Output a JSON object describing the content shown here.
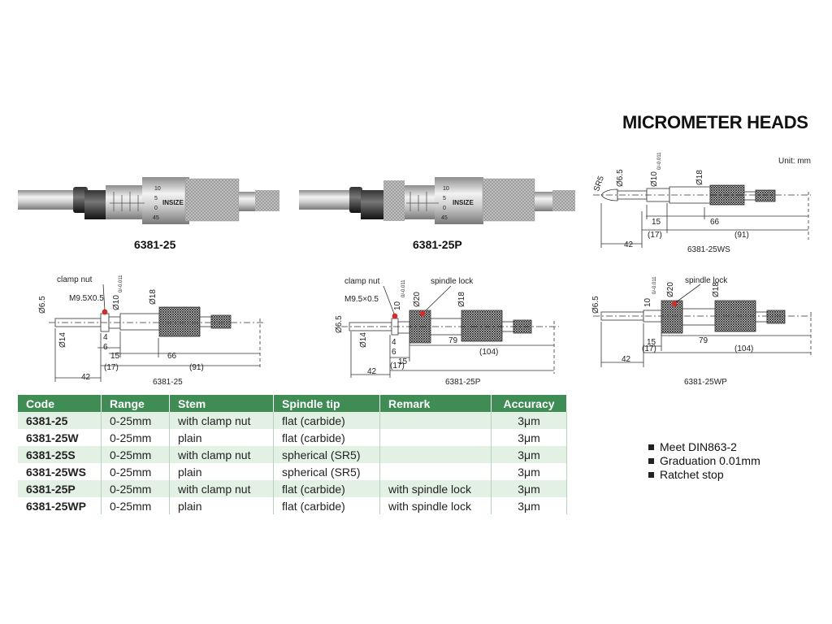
{
  "title": "MICROMETER HEADS",
  "unit_label": "Unit: mm",
  "photos": [
    {
      "caption": "6381-25",
      "scale_numbers": [
        "10",
        "5",
        "0",
        "45"
      ],
      "brand": "INSIZE"
    },
    {
      "caption": "6381-25P",
      "scale_numbers": [
        "10",
        "5",
        "0",
        "45"
      ],
      "brand": "INSIZE"
    }
  ],
  "drawings": {
    "ws": {
      "caption": "6381-25WS",
      "labels": {
        "sr": "SR5",
        "d1": "Ø6.5",
        "d2": "Ø10",
        "tol": "0/-0.011",
        "d3": "Ø18",
        "l15": "15",
        "l66": "66",
        "l17": "(17)",
        "l91": "(91)",
        "l42": "42"
      }
    },
    "base": {
      "caption": "6381-25",
      "labels": {
        "clamp": "clamp nut",
        "thread": "M9.5X0.5",
        "d1": "Ø6.5",
        "d2": "Ø10",
        "tol": "0/-0.011",
        "d3": "Ø18",
        "d14": "Ø14",
        "l4": "4",
        "l6": "6",
        "l15": "15",
        "l66": "66",
        "l17": "(17)",
        "l91": "(91)",
        "l42": "42"
      }
    },
    "p": {
      "caption": "6381-25P",
      "labels": {
        "clamp": "clamp nut",
        "lock": "spindle lock",
        "thread": "M9.5×0.5",
        "d1": "Ø6.5",
        "d2": "10",
        "tol": "0/-0.011",
        "d20": "Ø20",
        "d3": "Ø18",
        "d14": "Ø14",
        "l4": "4",
        "l6": "6",
        "l15": "15",
        "l79": "79",
        "l17": "(17)",
        "l104": "(104)",
        "l42": "42"
      }
    },
    "wp": {
      "caption": "6381-25WP",
      "labels": {
        "lock": "spindle lock",
        "d1": "Ø6.5",
        "d2": "10",
        "tol": "0/-0.011",
        "d20": "Ø20",
        "d3": "Ø18",
        "l15": "15",
        "l79": "79",
        "l17": "(17)",
        "l104": "(104)",
        "l42": "42"
      }
    }
  },
  "table": {
    "headers": [
      "Code",
      "Range",
      "Stem",
      "Spindle tip",
      "Remark",
      "Accuracy"
    ],
    "rows": [
      [
        "6381-25",
        "0-25mm",
        "with clamp nut",
        "flat (carbide)",
        "",
        "3μm"
      ],
      [
        "6381-25W",
        "0-25mm",
        "plain",
        "flat (carbide)",
        "",
        "3μm"
      ],
      [
        "6381-25S",
        "0-25mm",
        "with clamp nut",
        "spherical (SR5)",
        "",
        "3μm"
      ],
      [
        "6381-25WS",
        "0-25mm",
        "plain",
        "spherical (SR5)",
        "",
        "3μm"
      ],
      [
        "6381-25P",
        "0-25mm",
        "with clamp nut",
        "flat (carbide)",
        "with spindle lock",
        "3μm"
      ],
      [
        "6381-25WP",
        "0-25mm",
        "plain",
        "flat (carbide)",
        "with spindle lock",
        "3μm"
      ]
    ]
  },
  "features": [
    "Meet DIN863-2",
    "Graduation 0.01mm",
    "Ratchet stop"
  ],
  "colors": {
    "header_green": "#3f8c55",
    "row_tint": "#e3f0e4",
    "marker_red": "#d22c2c"
  }
}
